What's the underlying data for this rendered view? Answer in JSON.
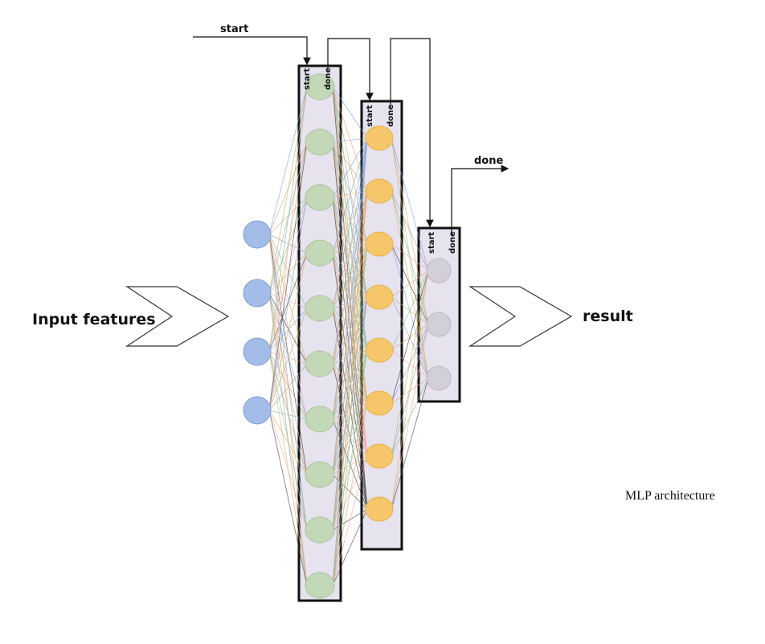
{
  "labels": {
    "input": "Input features",
    "result": "result",
    "start": "start",
    "done": "done",
    "caption": "MLP architecture"
  },
  "network": {
    "layer_sizes": [
      4,
      10,
      8,
      3
    ],
    "node_colors": [
      "#a3bde8",
      "#c3d8b6",
      "#f5c76a",
      "#d3cfd8"
    ],
    "node_stroke": [
      "#7f9fd6",
      "#a9c29b",
      "#e8b24c",
      "#bdb8c4"
    ],
    "box_fill": "#e6e2ee",
    "edge_colors": [
      "#7fa3d9",
      "#e8a36b",
      "#b9b36a",
      "#9aa0a6",
      "#7fbf8e",
      "#d9b25e",
      "#f0a6a6",
      "#444444"
    ]
  },
  "layer_labels": [
    {
      "start": "start",
      "done": "done"
    },
    {
      "start": "start",
      "done": "done"
    },
    {
      "start": "start",
      "done": "done"
    }
  ]
}
